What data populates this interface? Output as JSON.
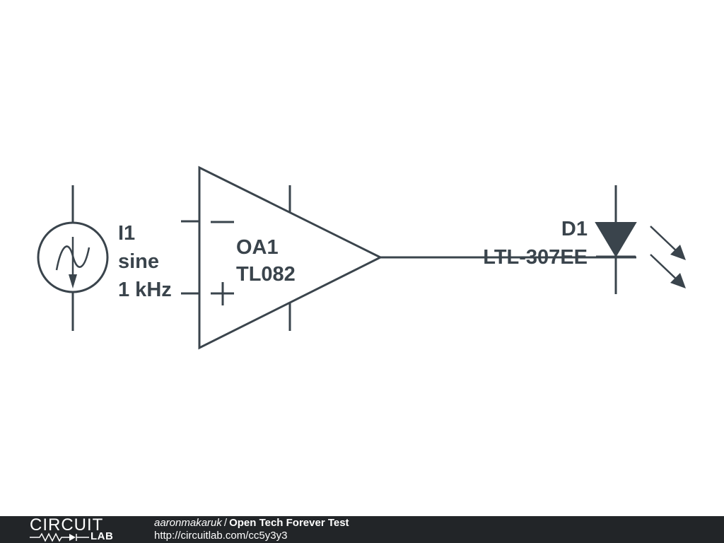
{
  "schematic": {
    "source": {
      "name": "I1",
      "type": "sine",
      "frequency": "1 kHz",
      "icon": "ac-current-source-icon"
    },
    "opamp": {
      "name": "OA1",
      "part": "TL082",
      "minus_sign": "−",
      "plus_sign": "+",
      "icon": "op-amp-icon"
    },
    "led": {
      "name": "D1",
      "part": "LTL-307EE",
      "icon": "led-icon"
    }
  },
  "footer": {
    "logo_top": "CIRCUIT",
    "logo_bottom": "LAB",
    "author": "aaronmakaruk",
    "separator": "/",
    "title": "Open Tech Forever Test",
    "url": "http://circuitlab.com/cc5y3y3"
  },
  "colors": {
    "ink": "#3a444c",
    "footer_bg": "#222528",
    "background": "#ffffff"
  }
}
